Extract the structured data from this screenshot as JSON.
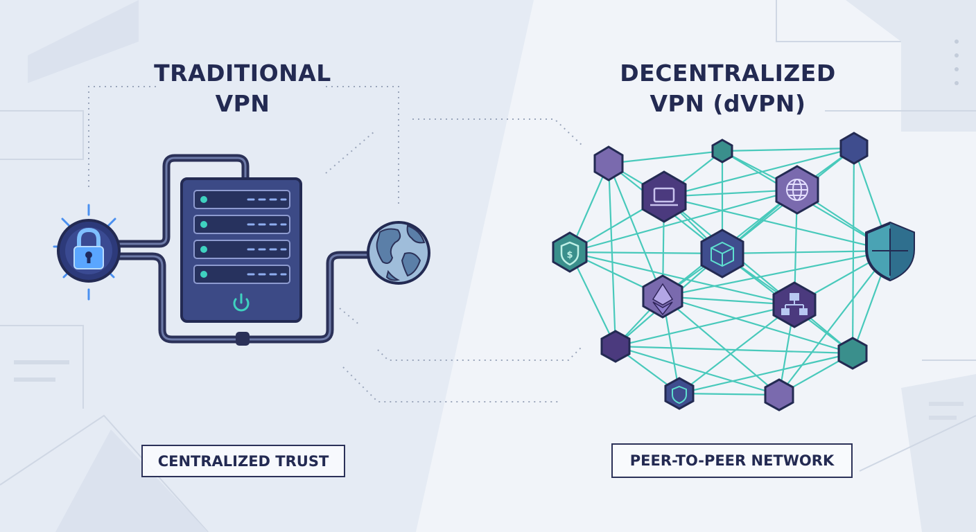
{
  "left_panel": {
    "title_line1": "TRADITIONAL",
    "title_line2": "VPN",
    "caption": "CENTRALIZED TRUST"
  },
  "right_panel": {
    "title_line1": "DECENTRALIZED",
    "title_line2": "VPN (dVPN)",
    "caption": "PEER-TO-PEER NETWORK"
  },
  "colors": {
    "left_background": "#e6ecf5",
    "right_background": "#f1f4f9",
    "ink": "#232a52",
    "server": "#3c4a86",
    "server_slot": "#27325e",
    "lock_glow": "#3f8cf2",
    "globe_ocean": "#9fbdda",
    "globe_land": "#5b7fa8",
    "mesh_line": "#3fc7b8",
    "node_purple": "#7a6aae",
    "node_dark": "#4b3a7e",
    "node_teal": "#3a8f8c",
    "node_blue": "#3f4d8e"
  },
  "icons": [
    "padlock-icon",
    "server-rack-icon",
    "power-icon",
    "globe-icon",
    "laptop-icon",
    "web-globe-icon",
    "dollar-shield-icon",
    "cube-icon",
    "security-shield-icon",
    "ethereum-icon",
    "network-icon",
    "small-shield-icon"
  ]
}
